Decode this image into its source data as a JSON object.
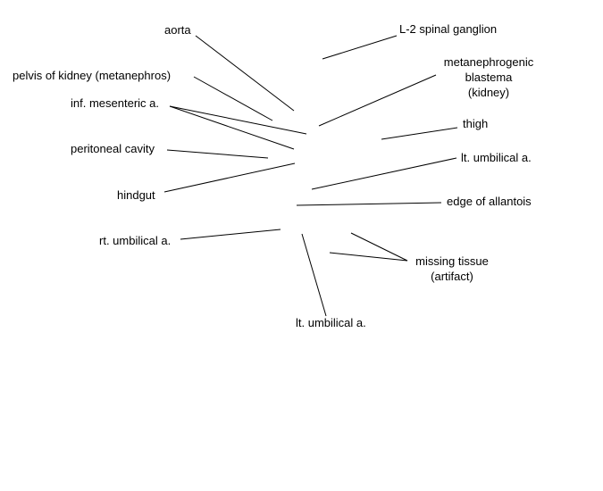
{
  "diagram": {
    "labels": {
      "aorta": "aorta",
      "l2_spinal_ganglion": "L-2 spinal ganglion",
      "pelvis_of_kidney": "pelvis of kidney (metanephros)",
      "metanephrogenic_blastema": [
        "metanephrogenic",
        "blastema",
        "(kidney)"
      ],
      "inf_mesenteric_a": "inf. mesenteric a.",
      "thigh": "thigh",
      "peritoneal_cavity": "peritoneal cavity",
      "lt_umbilical_a_right": "lt. umbilical a.",
      "hindgut": "hindgut",
      "edge_of_allantois": "edge of allantois",
      "rt_umbilical_a": "rt. umbilical a.",
      "missing_tissue": [
        "missing tissue",
        "(artifact)"
      ],
      "lt_umbilical_a_bottom": "lt. umbilical a."
    },
    "colors": {
      "line": "#000000",
      "text": "#000000",
      "background": "#ffffff"
    }
  }
}
